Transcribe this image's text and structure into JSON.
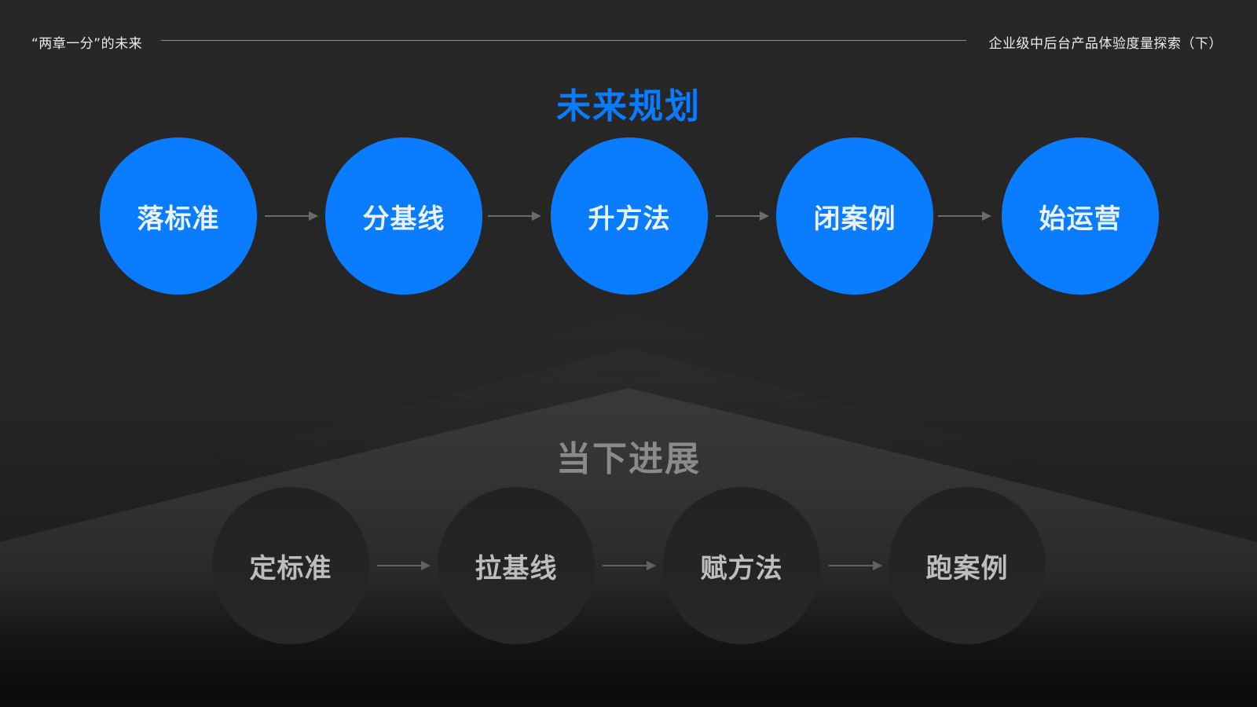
{
  "header": {
    "left_title": "“两章一分”的未来",
    "right_title": "企业级中后台产品体验度量探索（下）"
  },
  "future_plan": {
    "title": "未来规划",
    "color": "#0a7cff",
    "steps": [
      {
        "label": "落标准"
      },
      {
        "label": "分基线"
      },
      {
        "label": "升方法"
      },
      {
        "label": "闭案例"
      },
      {
        "label": "始运营"
      }
    ]
  },
  "current_progress": {
    "title": "当下进展",
    "color": "#8a8a8a",
    "steps": [
      {
        "label": "定标准"
      },
      {
        "label": "拉基线"
      },
      {
        "label": "赋方法"
      },
      {
        "label": "跑案例"
      }
    ]
  },
  "icons": {
    "arrow": "arrow-right-icon",
    "chevron_layers": "chevron-up-background"
  },
  "colors": {
    "background": "#262626",
    "accent_blue": "#0a7cff",
    "arrow_gray": "#6b6b6b",
    "muted_text": "#bdbdbd"
  }
}
